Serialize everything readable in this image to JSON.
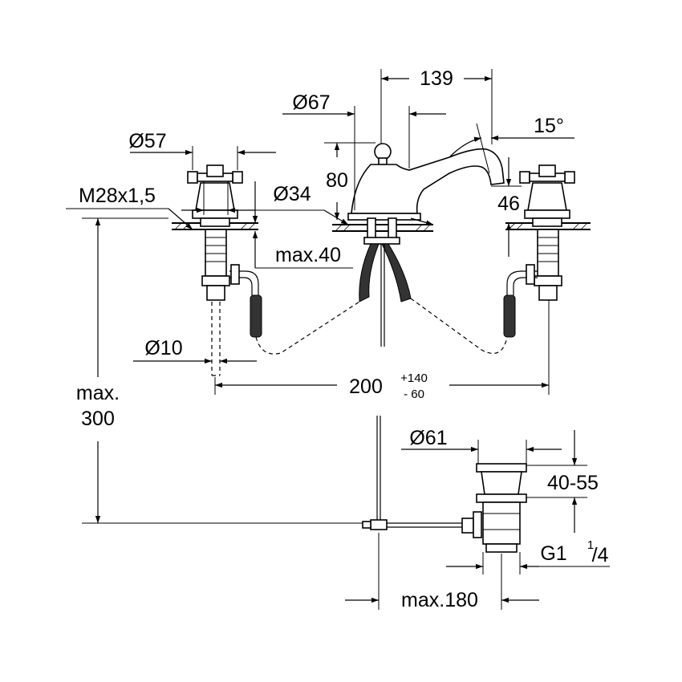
{
  "labels": {
    "d139": "139",
    "d67": "Ø67",
    "d15": "15°",
    "d57": "Ø57",
    "d80": "80",
    "dM28": "M28x1,5",
    "d34": "Ø34",
    "d46": "46",
    "dmax40": "max.40",
    "d10": "Ø10",
    "d200": "200",
    "d200_plus": "+140",
    "d200_minus": "- 60",
    "dmax": "max.",
    "d300": "300",
    "d61": "Ø61",
    "d4055": "40-55",
    "dG1": "G1",
    "dG1_num": "1",
    "dG1_den": "/4",
    "dmax180": "max.180"
  }
}
